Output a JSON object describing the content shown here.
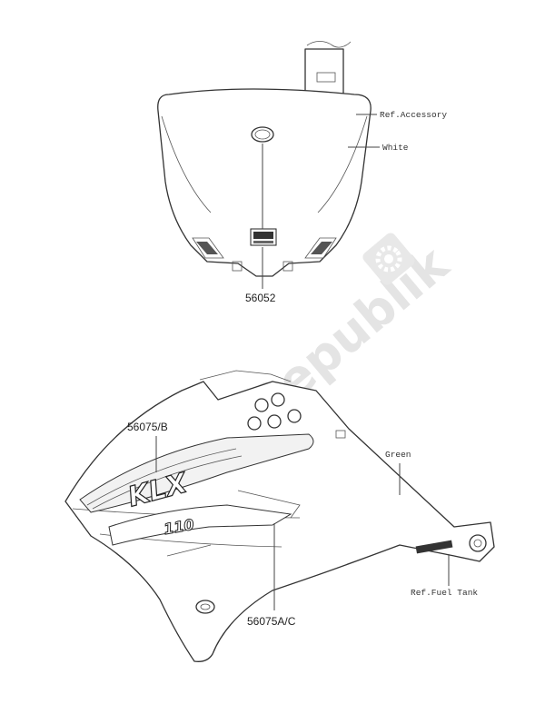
{
  "watermark": {
    "text": "PartsRepublik"
  },
  "labels": {
    "part_56052": "56052",
    "part_56075b": "56075/B",
    "part_56075ac": "56075A/C",
    "ref_accessory": "Ref.Accessory",
    "white": "White",
    "green": "Green",
    "ref_fuel_tank": "Ref.Fuel Tank"
  },
  "decals": {
    "klx": "KLX",
    "model": "110"
  },
  "icons": {
    "watermark_logo": "gear-icon"
  },
  "colors": {
    "line": "#333333",
    "watermark": "#e4e4e4"
  }
}
